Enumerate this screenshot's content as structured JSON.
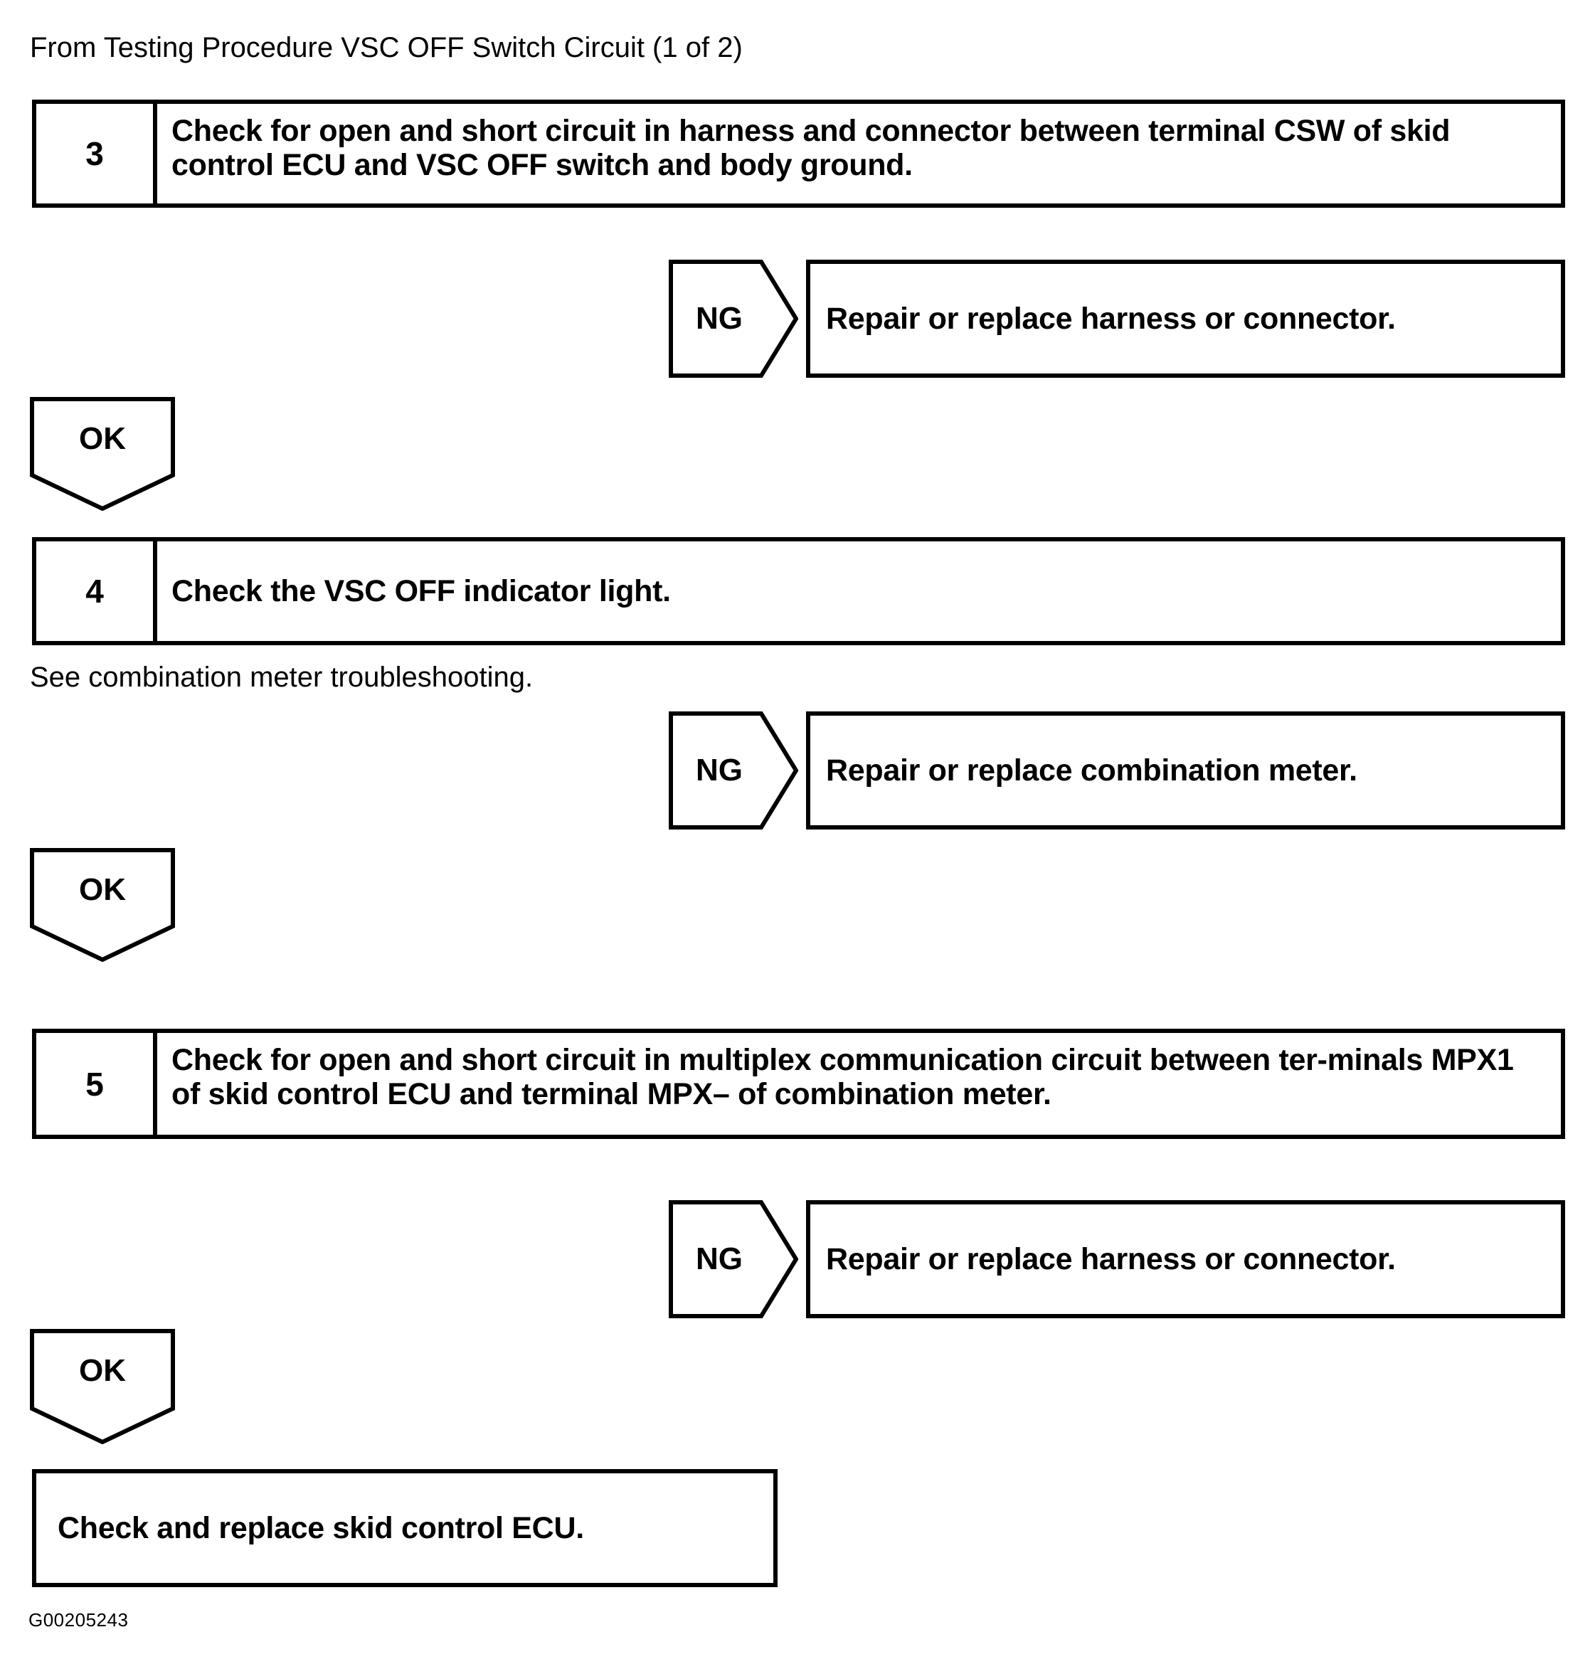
{
  "document": {
    "header_note": "From Testing Procedure VSC OFF Switch Circuit (1 of 2)",
    "footer_code": "G00205243",
    "inline_note": "See combination meter troubleshooting."
  },
  "labels": {
    "ng": "NG",
    "ok": "OK"
  },
  "steps": [
    {
      "number": "3",
      "text": "Check for open and short circuit in harness and connector between terminal CSW of skid control ECU and VSC OFF switch and body ground."
    },
    {
      "number": "4",
      "text": "Check the VSC OFF indicator light."
    },
    {
      "number": "5",
      "text": "Check for open and short circuit in multiplex communication circuit between ter-minals MPX1 of skid control ECU and terminal MPX– of combination meter."
    }
  ],
  "branches": [
    {
      "label": "NG",
      "action": "Repair or replace harness or connector."
    },
    {
      "label": "NG",
      "action": "Repair or replace combination meter."
    },
    {
      "label": "NG",
      "action": "Repair or replace harness or connector."
    }
  ],
  "final": {
    "text": "Check and replace skid control ECU."
  }
}
